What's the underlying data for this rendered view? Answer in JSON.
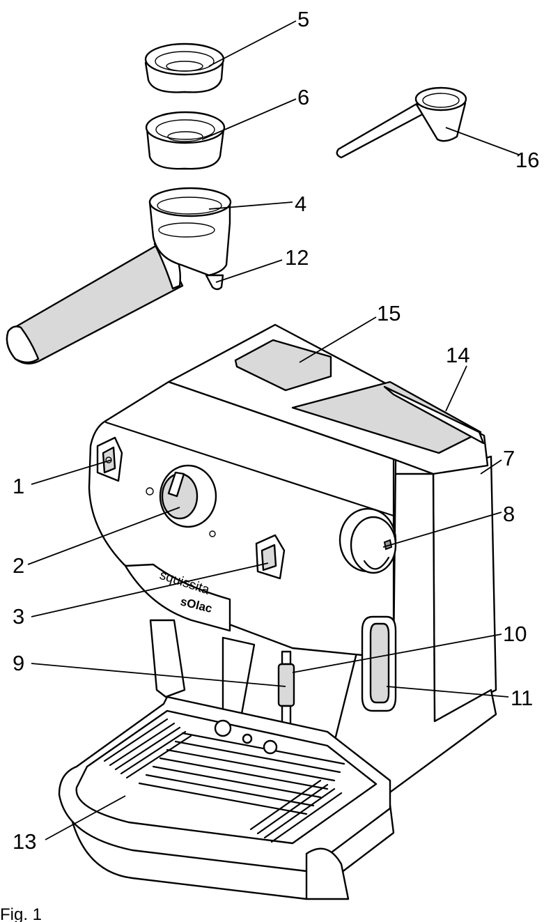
{
  "labels": {
    "l1": "1",
    "l2": "2",
    "l3": "3",
    "l4": "4",
    "l5": "5",
    "l6": "6",
    "l7": "7",
    "l8": "8",
    "l9": "9",
    "l10": "10",
    "l11": "11",
    "l12": "12",
    "l13": "13",
    "l14": "14",
    "l15": "15",
    "l16": "16"
  },
  "brand": {
    "line1": "squissita",
    "line2": "sOlac"
  },
  "caption": "Fig. 1"
}
